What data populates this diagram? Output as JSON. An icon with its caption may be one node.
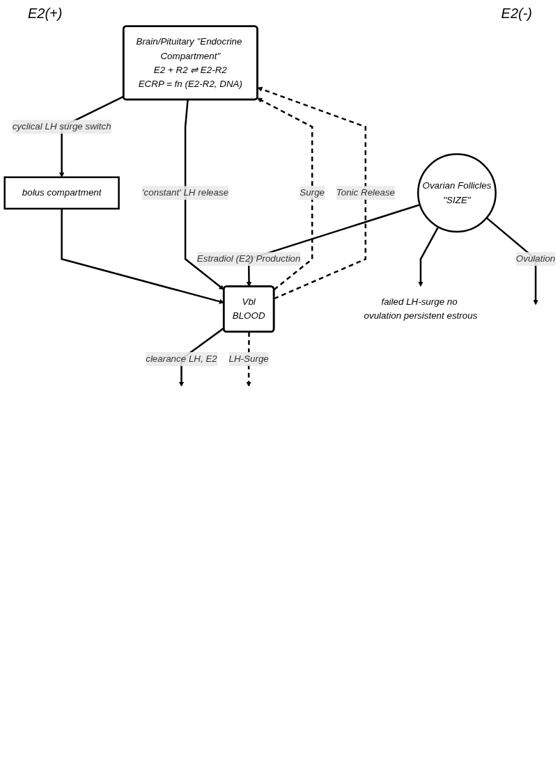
{
  "diagram": {
    "nodes": [
      {
        "text": [
          "Brain/Pituitary \"Endocrine Compartment\"",
          "E2 + R2 ⇌ E2-R2",
          "ECRP = fn (E2-R2, DNA)"
        ]
      },
      {
        "text": [
          "bolus compartment"
        ]
      },
      {
        "text": [
          "Vbl",
          "BLOOD"
        ]
      },
      {
        "text": [
          "Ovarian Follicles",
          "\"SIZE\""
        ]
      },
      {
        "text": [
          "failed LH-surge no ovulation persistent estrous"
        ]
      }
    ],
    "edges": [
      {
        "from": 0,
        "to": 1,
        "arrow": "to",
        "label": "cyclical LH surge switch"
      },
      {
        "from": 1,
        "to": 2,
        "arrow": "to"
      },
      {
        "from": 0,
        "to": 2,
        "arrow": "to",
        "label": "'constant' LH release"
      },
      {
        "from": 2,
        "to": 0,
        "arrow": "to",
        "label": "Surge",
        "style": "dashed"
      },
      {
        "from": 2,
        "to": 0,
        "arrow": "to",
        "label": "Tonic Release",
        "style": "dashed"
      },
      {
        "from": 2,
        "to": null,
        "arrow": "to",
        "label": "clearance LH, E2"
      },
      {
        "from": 3,
        "to": 2,
        "arrow": "to",
        "label": "Estradiol (E2) Production"
      },
      {
        "from": 2,
        "to": null,
        "arrow": "to",
        "label": "LH-Surge",
        "style": "dashed"
      },
      {
        "from": 3,
        "to": null,
        "arrow": "to",
        "label": "Ovulation"
      },
      {
        "from": 3,
        "to": 4,
        "arrow": "to"
      }
    ],
    "labels": [
      "E2(+)",
      "E2(-)"
    ]
  }
}
